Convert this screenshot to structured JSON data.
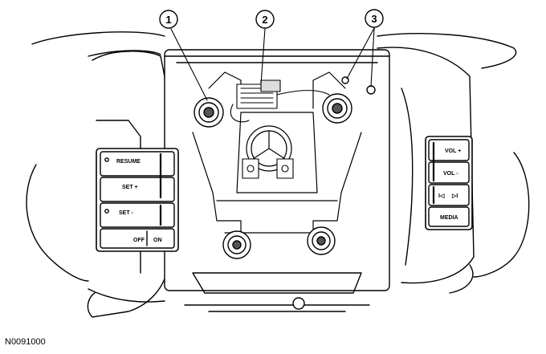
{
  "callouts": [
    {
      "label": "1"
    },
    {
      "label": "2"
    },
    {
      "label": "3"
    }
  ],
  "left_switch": {
    "resume": "RESUME",
    "set_plus": "SET +",
    "set_minus": "SET -",
    "off": "OFF",
    "on": "ON"
  },
  "right_switch": {
    "vol_plus": "VOL +",
    "vol_minus": "VOL -",
    "prev": "I◁",
    "next": "▷I",
    "media": "MEDIA"
  },
  "figure_id": "N0091000",
  "colors": {
    "line": "#000000",
    "fill": "#ffffff",
    "shade": "#d8d8d8",
    "dark": "#555555"
  }
}
